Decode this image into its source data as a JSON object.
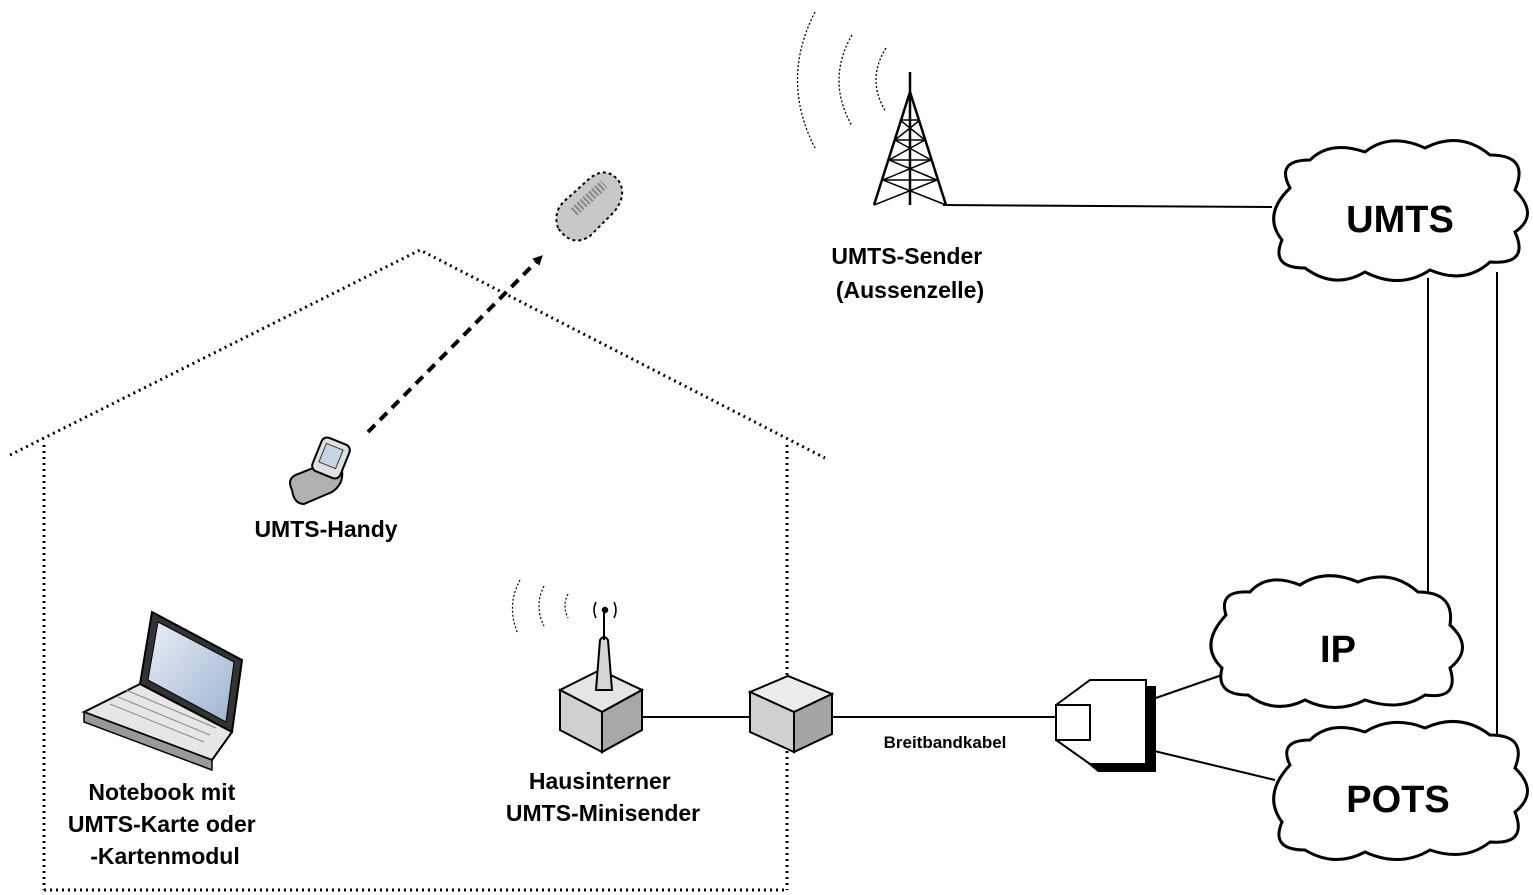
{
  "labels": {
    "handy": "UMTS-Handy",
    "notebook": [
      "Notebook mit",
      "UMTS-Karte oder",
      "-Kartenmodul"
    ],
    "minisender": [
      "Hausinterner",
      "UMTS-Minisender"
    ],
    "sender": [
      "UMTS-Sender",
      "(Aussenzelle)"
    ],
    "cable": "Breitbandkabel"
  },
  "clouds": {
    "umts": "UMTS",
    "ip": "IP",
    "pots": "POTS"
  }
}
